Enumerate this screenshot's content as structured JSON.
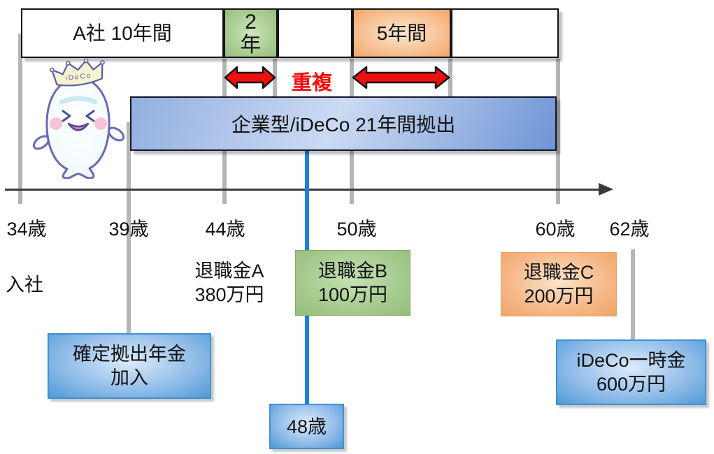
{
  "top_row": {
    "company_label": "A社 10年間",
    "two_year_lines": [
      "2",
      "年"
    ],
    "five_year_label": "5年間"
  },
  "overlap_label": "重複",
  "contribution_bar_label": "企業型/iDeCo 21年間拠出",
  "axis_ages": [
    "34歳",
    "39歳",
    "44歳",
    "50歳",
    "60歳",
    "62歳"
  ],
  "join_label": "入社",
  "events": {
    "severance_a": [
      "退職金A",
      "380万円"
    ],
    "severance_b": [
      "退職金B",
      "100万円"
    ],
    "severance_c": [
      "退職金C",
      "200万円"
    ],
    "dc_pension": [
      "確定拠出年金",
      "加入"
    ],
    "age_48": "48歳",
    "ideco_lump": [
      "iDeCo一時金",
      "600万円"
    ]
  },
  "mascot": {
    "crown_text": "iDeCo"
  },
  "colors": {
    "green_box": "#a9d08e",
    "orange_box": "#f4b183",
    "bar_blue": "#8faadc",
    "event_blue": "#4f9ad8",
    "overlap_red": "#fa0a0a",
    "connector_gray": "#b5b5b5",
    "connector_blue": "#1e7fe0"
  }
}
